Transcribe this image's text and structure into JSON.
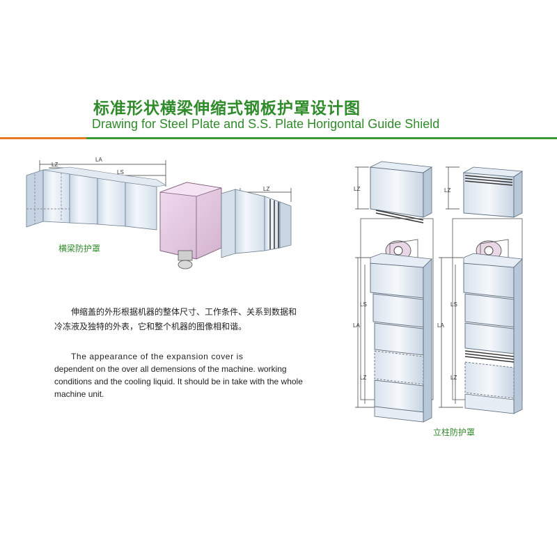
{
  "header": {
    "title_cn": "标准形状横梁伸缩式钢板护罩设计图",
    "title_en": "Drawing for Steel Plate and S.S. Plate Horigontal Guide Shield"
  },
  "figures": {
    "horizontal": {
      "caption": "横梁防护罩",
      "labels": {
        "lz_left": "LZ",
        "la": "LA",
        "ls": "LS",
        "lz_right": "LZ"
      }
    },
    "vertical": {
      "caption": "立柱防护罩",
      "left": {
        "lz_top": "LZ",
        "ls": "LS",
        "la": "LA",
        "lz_bottom": "LZ"
      },
      "right": {
        "lz_top": "LZ",
        "ls": "LS",
        "la": "LA",
        "lz_bottom": "LZ"
      }
    }
  },
  "description": {
    "cn": "伸缩盖的外形根据机器的整体尺寸、工作条件、关系到数据和冷冻液及独特的外表，它和整个机器的图像相和谐。",
    "en_line1": "The appearance of the expansion cover is",
    "en_rest": "dependent on the over all demensions of the machine. working conditions and the cooling liquid. It should be in take with the whole machine unit."
  },
  "colors": {
    "brand_green": "#2f8a2a",
    "accent_orange": "#e87722",
    "plate_blue": "#dde7f2",
    "carriage_pink": "#e7cde4"
  }
}
